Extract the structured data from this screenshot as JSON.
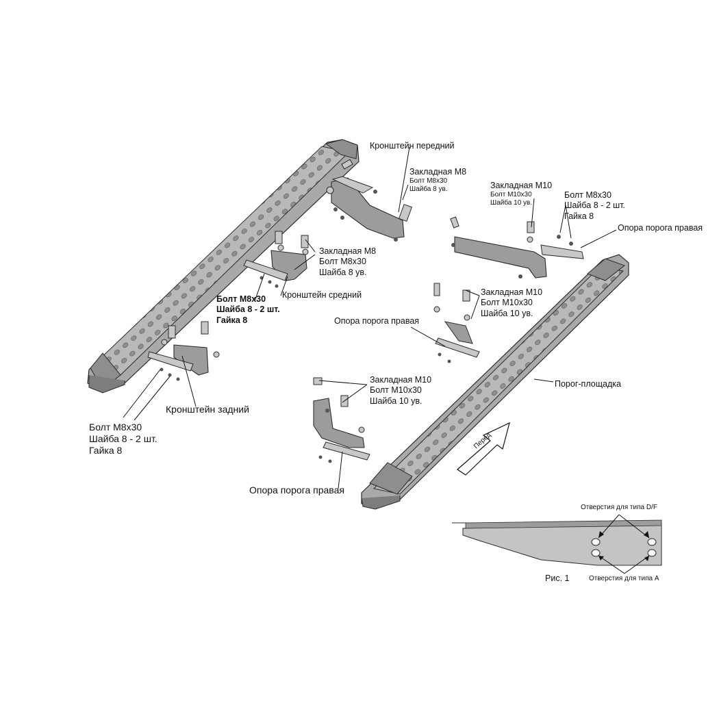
{
  "labels": {
    "front_bracket": "Кронштейн передний",
    "m8_top": {
      "l1": "Закладная М8",
      "l2": "Болт М8х30",
      "l3": "Шайба 8 ув."
    },
    "m10_top": {
      "l1": "Закладная М10",
      "l2": "Болт М10х30",
      "l3": "Шайба 10 ув."
    },
    "bolt_right_top": {
      "l1": "Болт М8х30",
      "l2": "Шайба 8 - 2 шт.",
      "l3": "Гайка 8"
    },
    "support_right_top": "Опора порога правая",
    "m8_mid": {
      "l1": "Закладная М8",
      "l2": "Болт М8х30",
      "l3": "Шайба 8 ув."
    },
    "bolt_mid": {
      "l1": "Болт М8х30",
      "l2": "Шайба 8 - 2 шт.",
      "l3": "Гайка 8"
    },
    "middle_bracket": "Кронштейн средний",
    "m10_mid": {
      "l1": "Закладная М10",
      "l2": "Болт М10х30",
      "l3": "Шайба 10 ув."
    },
    "support_right_mid": "Опора порога правая",
    "step_board": "Порог-площадка",
    "m10_low": {
      "l1": "Закладная М10",
      "l2": "Болт М10х30",
      "l3": "Шайба 10 ув."
    },
    "rear_bracket": "Кронштейн задний",
    "bolt_left": {
      "l1": "Болт М8х30",
      "l2": "Шайба 8 - 2 шт.",
      "l3": "Гайка 8"
    },
    "support_right_bottom": "Опора порога правая",
    "front_arrow": "Перед",
    "holes_df": "Отверстия для типа D/F",
    "holes_a": "Отверстия для типа A",
    "figure": "Рис. 1"
  },
  "colors": {
    "line": "#2b2b2b",
    "board_fill": "#b9b9b9",
    "board_dark": "#8e8e8e",
    "part_fill": "#9c9c9c",
    "detail_fill": "#c8c8c8"
  }
}
